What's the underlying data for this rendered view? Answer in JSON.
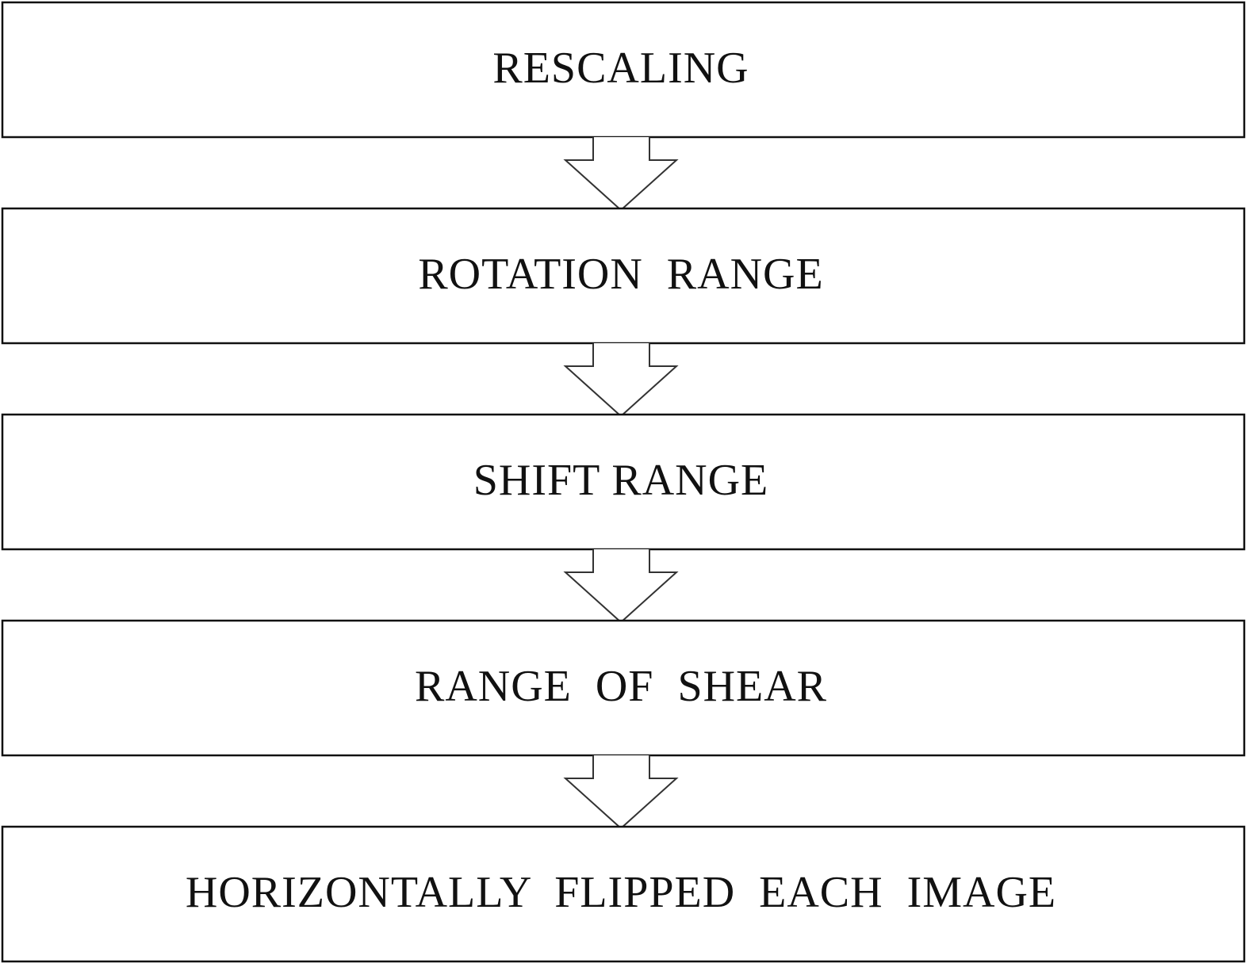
{
  "diagram": {
    "steps": [
      {
        "label": "RESCALING"
      },
      {
        "label": "ROTATION  RANGE"
      },
      {
        "label": "SHIFT RANGE"
      },
      {
        "label": "RANGE  OF  SHEAR"
      },
      {
        "label": "HORIZONTALLY  FLIPPED  EACH  IMAGE"
      }
    ],
    "colors": {
      "stroke": "#111111",
      "fill": "#ffffff",
      "text": "#111111"
    }
  }
}
